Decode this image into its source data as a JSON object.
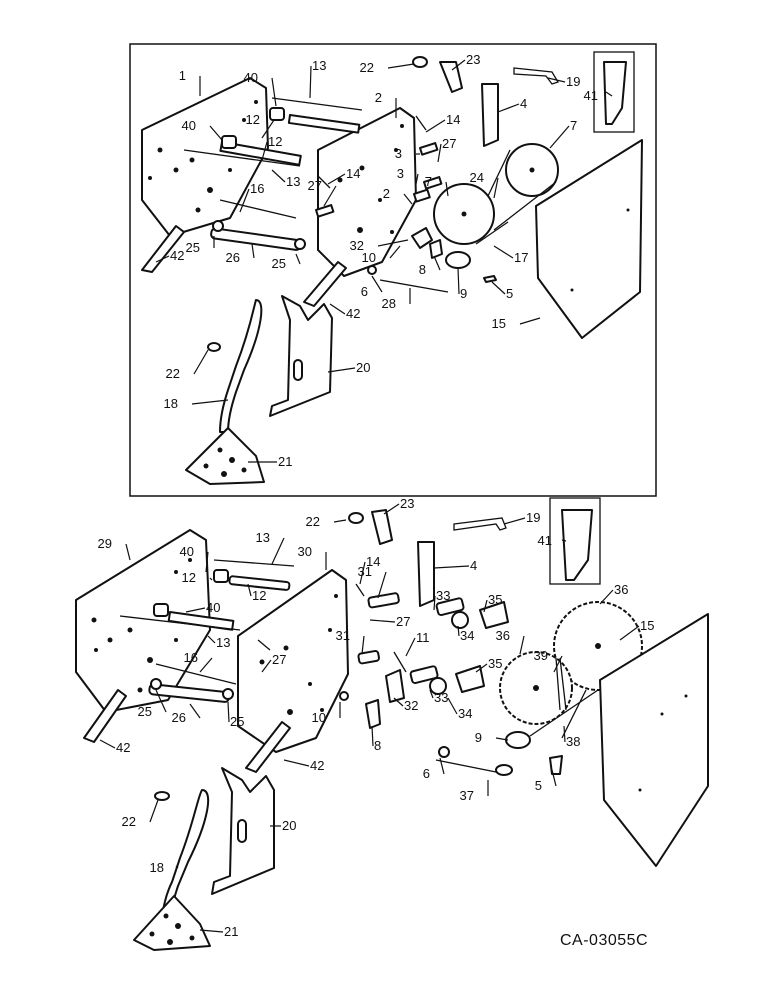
{
  "drawing_code": "CA-03055C",
  "upper_assembly": {
    "labels": [
      "1",
      "40",
      "13",
      "12",
      "40",
      "12",
      "13",
      "2",
      "14",
      "14",
      "27",
      "16",
      "25",
      "26",
      "25",
      "42",
      "22",
      "23",
      "19",
      "41",
      "4",
      "7",
      "3",
      "27",
      "3",
      "7",
      "24",
      "2",
      "32",
      "10",
      "8",
      "9",
      "17",
      "5",
      "6",
      "28",
      "42",
      "15",
      "20",
      "22",
      "18",
      "21"
    ]
  },
  "lower_assembly": {
    "labels": [
      "23",
      "22",
      "19",
      "41",
      "4",
      "29",
      "40",
      "13",
      "30",
      "12",
      "12",
      "40",
      "13",
      "14",
      "31",
      "33",
      "35",
      "36",
      "27",
      "15",
      "31",
      "11",
      "36",
      "39",
      "16",
      "27",
      "35",
      "25",
      "26",
      "25",
      "10",
      "32",
      "33",
      "34",
      "8",
      "9",
      "38",
      "42",
      "42",
      "6",
      "5",
      "37",
      "22",
      "20",
      "18",
      "21",
      "34"
    ]
  },
  "colors": {
    "ink": "#111111",
    "paper": "#ffffff"
  }
}
